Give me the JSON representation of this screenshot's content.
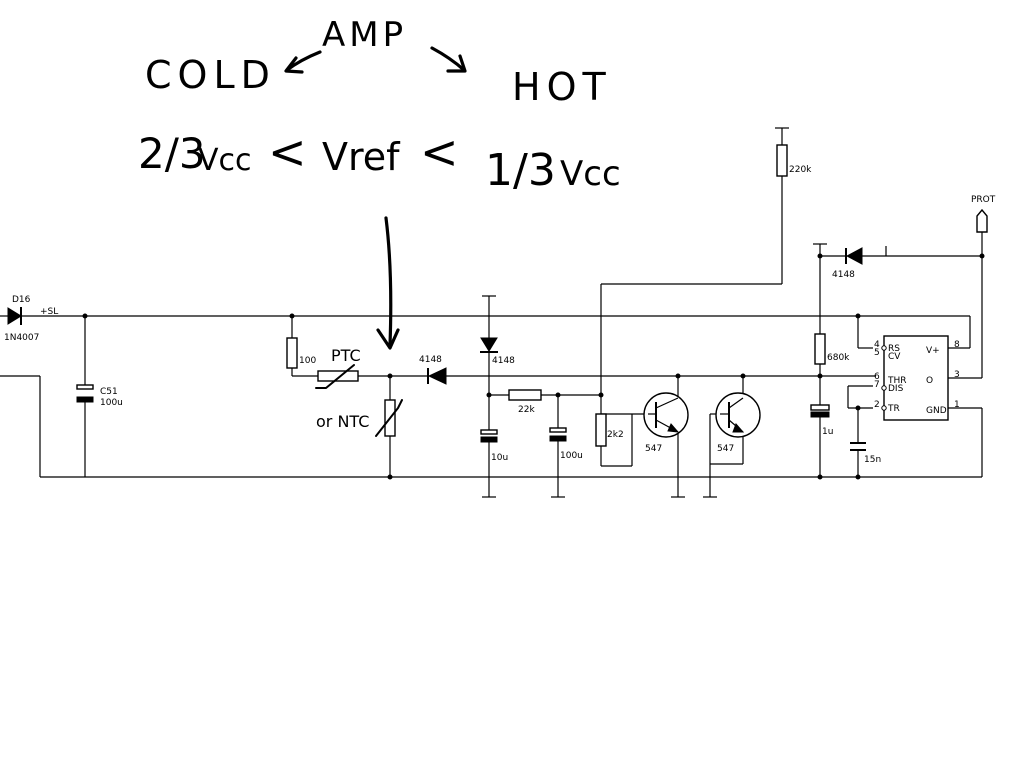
{
  "annotations": {
    "amp": "AMP",
    "cold": "COLD",
    "hot": "HOT",
    "left_fraction": "2/3",
    "vcc_left": "Vcc",
    "lt1": "<",
    "vref": "Vref",
    "lt2": "<",
    "right_fraction": "1/3",
    "vcc_right": "Vcc",
    "ptc": "PTC",
    "or_ntc": "or NTC"
  },
  "labels": {
    "d16": "D16",
    "d16_part": "1N4007",
    "sl": "+SL",
    "c51": "C51",
    "c51_val": "100u",
    "r100": "100",
    "d4148_a": "4148",
    "d4148_b": "4148",
    "d4148_c": "4148",
    "r22k": "22k",
    "c10u": "10u",
    "c100u": "100u",
    "r2k2": "2k2",
    "q1": "547",
    "q2": "547",
    "r220k": "220k",
    "r680k": "680k",
    "c1u": "1u",
    "c15n": "15n",
    "prot": "PROT"
  },
  "ic": {
    "left_pins": [
      {
        "num": "4",
        "name": "RS"
      },
      {
        "num": "5",
        "name": "CV"
      },
      {
        "num": "6",
        "name": "THR"
      },
      {
        "num": "7",
        "name": "DIS"
      },
      {
        "num": "2",
        "name": "TR"
      }
    ],
    "right_pins": [
      {
        "num": "8",
        "name": "V+"
      },
      {
        "num": "3",
        "name": "O"
      },
      {
        "num": "1",
        "name": "GND"
      }
    ]
  }
}
